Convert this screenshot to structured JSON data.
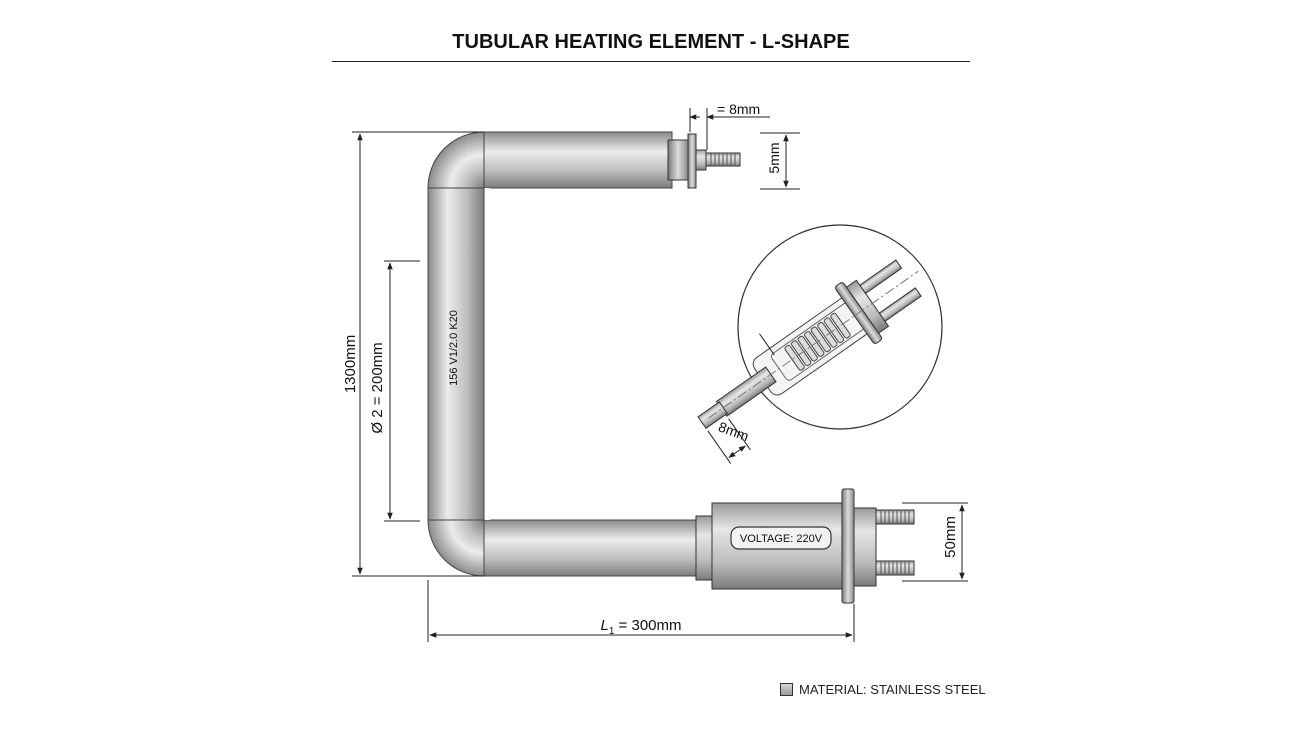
{
  "title": "TUBULAR HEATING ELEMENT - L-SHAPE",
  "dimensions": {
    "terminal_gap": "= 8mm",
    "terminal_height": "5mm",
    "overall_height": "1300mm",
    "diameter": "Ø 2 = 200mm",
    "length_symbol": "L",
    "length_subscript": "1",
    "length_value": " = 300mm",
    "head_height": "50mm",
    "detail_label": "8mm"
  },
  "tube_marking": "156 V1/2.0 K20",
  "voltage_label": "VOLTAGE: 220V",
  "legend": {
    "label": "MATERIAL: STAINLESS STEEL"
  },
  "colors": {
    "steel_light": "#e9e9e9",
    "steel_mid": "#b4b4b4",
    "steel_dark": "#6f6f6f",
    "outline": "#333333"
  }
}
